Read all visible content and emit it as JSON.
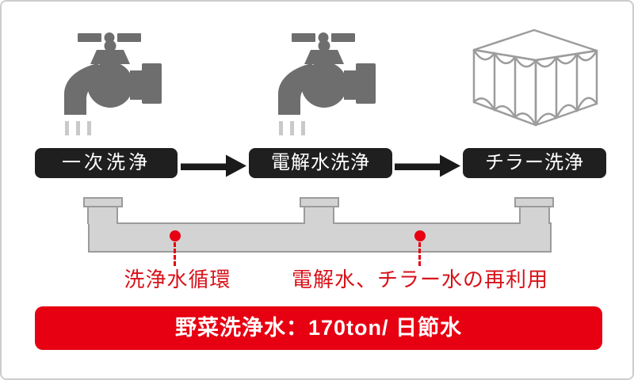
{
  "diagram": {
    "stages": [
      {
        "label": "一次洗浄",
        "icon": "faucet-icon"
      },
      {
        "label": "電解水洗浄",
        "icon": "faucet-icon"
      },
      {
        "label": "チラー洗浄",
        "icon": "chiller-crate-icon"
      }
    ],
    "flow_icon": "arrow-right-icon",
    "annotations": [
      {
        "label": "洗浄水循環"
      },
      {
        "label": "電解水、チラー水の再利用"
      }
    ],
    "banner": {
      "text": "野菜洗浄水：170ton/ 日節水"
    }
  },
  "colors": {
    "accent_red": "#e60012",
    "annotation_red": "#d8121a",
    "label_background": "#1f1f1f",
    "label_text": "#ffffff",
    "faucet_gray": "#6e6e6e",
    "drip_gray": "#c9c9c9",
    "crate_outline_gray": "#9c9c9c",
    "pipe_fill": "#d3d3d3",
    "pipe_border": "#9b9b9b",
    "card_border": "#cdcdcd"
  }
}
